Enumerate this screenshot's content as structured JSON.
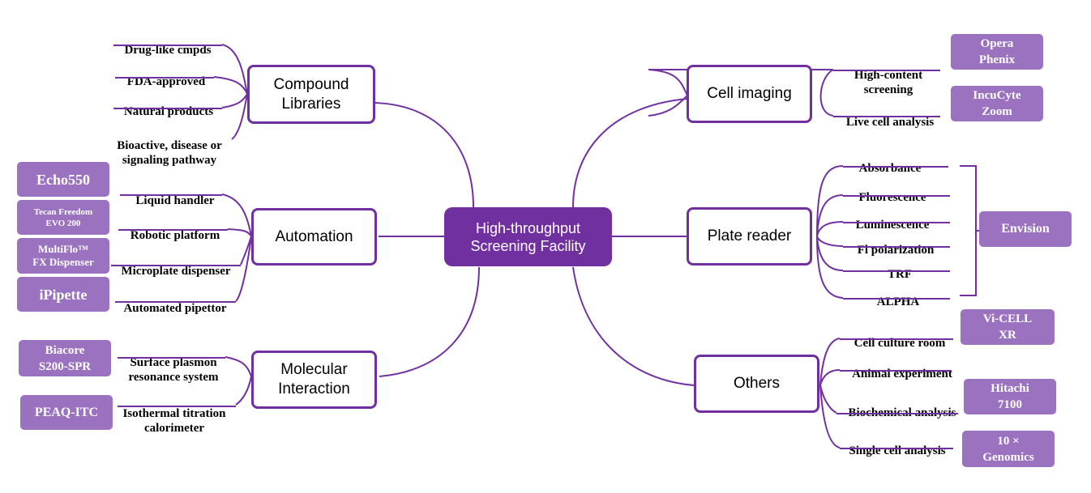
{
  "center": {
    "label": "High-throughput\nScreening Facility"
  },
  "branches": {
    "compound_libraries": "Compound\nLibraries",
    "automation": "Automation",
    "molecular_interaction": "Molecular\nInteraction",
    "cell_imaging": "Cell imaging",
    "plate_reader": "Plate reader",
    "others": "Others"
  },
  "compound_libraries": {
    "items": [
      "Drug-like cmpds",
      "FDA-approved",
      "Natural products",
      "Bioactive, disease or\nsignaling pathway"
    ]
  },
  "automation": {
    "items": [
      "Liquid handler",
      "Robotic platform",
      "Microplate dispenser",
      "Automated pipettor"
    ],
    "instruments": [
      "Echo550",
      "Tecan Freedom\nEVO 200",
      "MultiFlo™\nFX Dispenser",
      "iPipette"
    ]
  },
  "molecular_interaction": {
    "items": [
      "Surface plasmon\nresonance system",
      "Isothermal titration\ncalorimeter"
    ],
    "instruments": [
      "Biacore\nS200-SPR",
      "PEAQ-ITC"
    ]
  },
  "cell_imaging": {
    "items": [
      "High-content\nscreening",
      "Live cell analysis"
    ],
    "instruments": [
      "Opera\nPhenix",
      "IncuCyte\nZoom"
    ]
  },
  "plate_reader": {
    "items": [
      "Absorbance",
      "Fluorescence",
      "Luminescence",
      "Fl polarization",
      "TRF",
      "ALPHA"
    ],
    "instruments": [
      "Envision"
    ]
  },
  "others": {
    "items": [
      "Cell culture room",
      "Animal experiment",
      "Biochemical analysis",
      "Single cell analysis"
    ],
    "instruments": [
      "Vi-CELL\nXR",
      "Hitachi\n7100",
      "10 ×\nGenomics"
    ]
  },
  "colors": {
    "accent": "#7030a0",
    "instrument": "#9b72bf"
  }
}
